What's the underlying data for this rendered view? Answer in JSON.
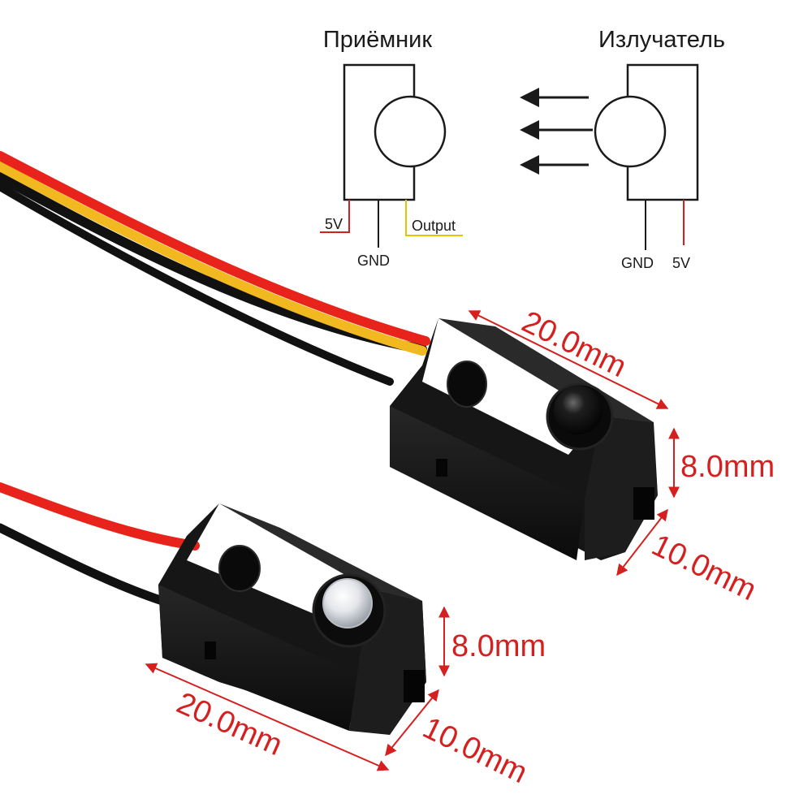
{
  "receiver": {
    "title": "Приёмник",
    "pin_5v": "5V",
    "pin_gnd": "GND",
    "pin_output": "Output"
  },
  "emitter": {
    "title": "Излучатель",
    "pin_gnd": "GND",
    "pin_5v": "5V"
  },
  "dimensions": {
    "receiver_length": "20.0mm",
    "receiver_height": "8.0mm",
    "receiver_depth": "10.0mm",
    "emitter_length": "20.0mm",
    "emitter_height": "8.0mm",
    "emitter_depth": "10.0mm"
  },
  "colors": {
    "wire_red": "#e8231c",
    "wire_yellow": "#f2b81f",
    "wire_black": "#111111",
    "dimension_red": "#d61f1f",
    "module_black": "#151515"
  }
}
